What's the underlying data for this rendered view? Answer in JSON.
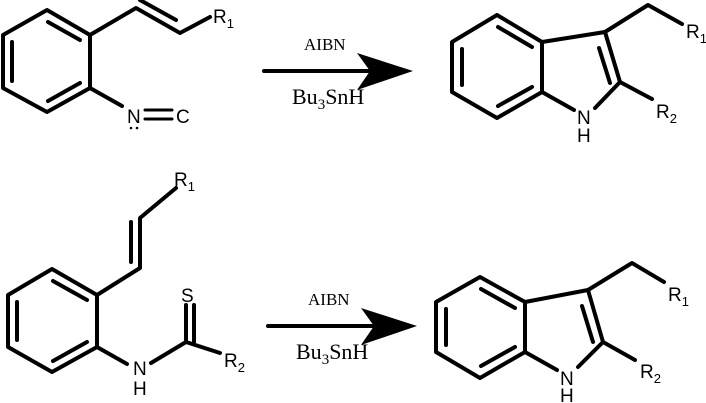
{
  "reaction1": {
    "reactant": {
      "r1": "R",
      "r1_sub": "1",
      "n": "N",
      "c": "C"
    },
    "reagent_top": "AIBN",
    "reagent_bottom_a": "Bu",
    "reagent_bottom_sub": "3",
    "reagent_bottom_b": "SnH",
    "product": {
      "r1": "R",
      "r1_sub": "1",
      "r2": "R",
      "r2_sub": "2",
      "n": "N",
      "h": "H"
    }
  },
  "reaction2": {
    "reactant": {
      "r1": "R",
      "r1_sub": "1",
      "r2": "R",
      "r2_sub": "2",
      "s": "S",
      "n": "N",
      "h": "H"
    },
    "reagent_top": "AIBN",
    "reagent_bottom_a": "Bu",
    "reagent_bottom_sub": "3",
    "reagent_bottom_b": "SnH",
    "product": {
      "r1": "R",
      "r1_sub": "1",
      "r2": "R",
      "r2_sub": "2",
      "n": "N",
      "h": "H"
    }
  }
}
